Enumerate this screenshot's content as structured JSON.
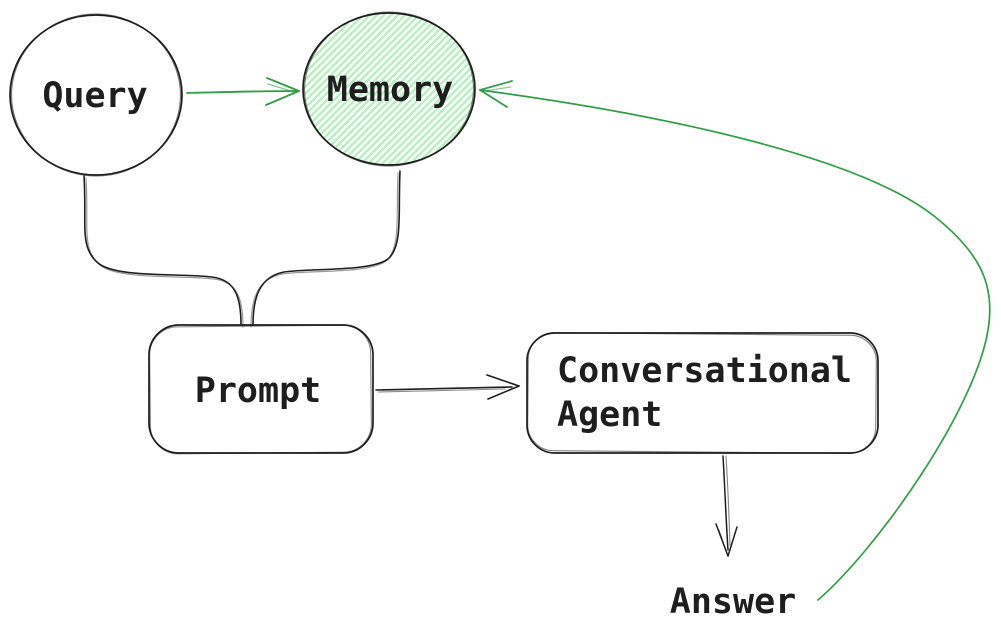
{
  "diagram": {
    "background": "#ffffff",
    "stroke_color": "#1e1e1e",
    "accent_green": "#2f9e44",
    "memory_fill": "#b2f2bb",
    "nodes": {
      "query": {
        "label": "Query",
        "shape": "ellipse"
      },
      "memory": {
        "label": "Memory",
        "shape": "ellipse",
        "fill_style": "hachure"
      },
      "prompt": {
        "label": "Prompt",
        "shape": "rounded-rectangle"
      },
      "agent": {
        "label": "Conversational Agent",
        "shape": "rounded-rectangle"
      },
      "answer": {
        "label": "Answer",
        "shape": "text"
      }
    },
    "edges": [
      {
        "from": "query",
        "to": "memory",
        "style": "straight-arrow",
        "color": "green"
      },
      {
        "from": "query",
        "to": "prompt",
        "style": "curved-line",
        "color": "black"
      },
      {
        "from": "memory",
        "to": "prompt",
        "style": "curved-line",
        "color": "black"
      },
      {
        "from": "prompt",
        "to": "agent",
        "style": "straight-arrow",
        "color": "black"
      },
      {
        "from": "agent",
        "to": "answer",
        "style": "straight-arrow",
        "color": "black"
      },
      {
        "from": "answer",
        "to": "memory",
        "style": "curved-arrow",
        "color": "green"
      }
    ]
  }
}
